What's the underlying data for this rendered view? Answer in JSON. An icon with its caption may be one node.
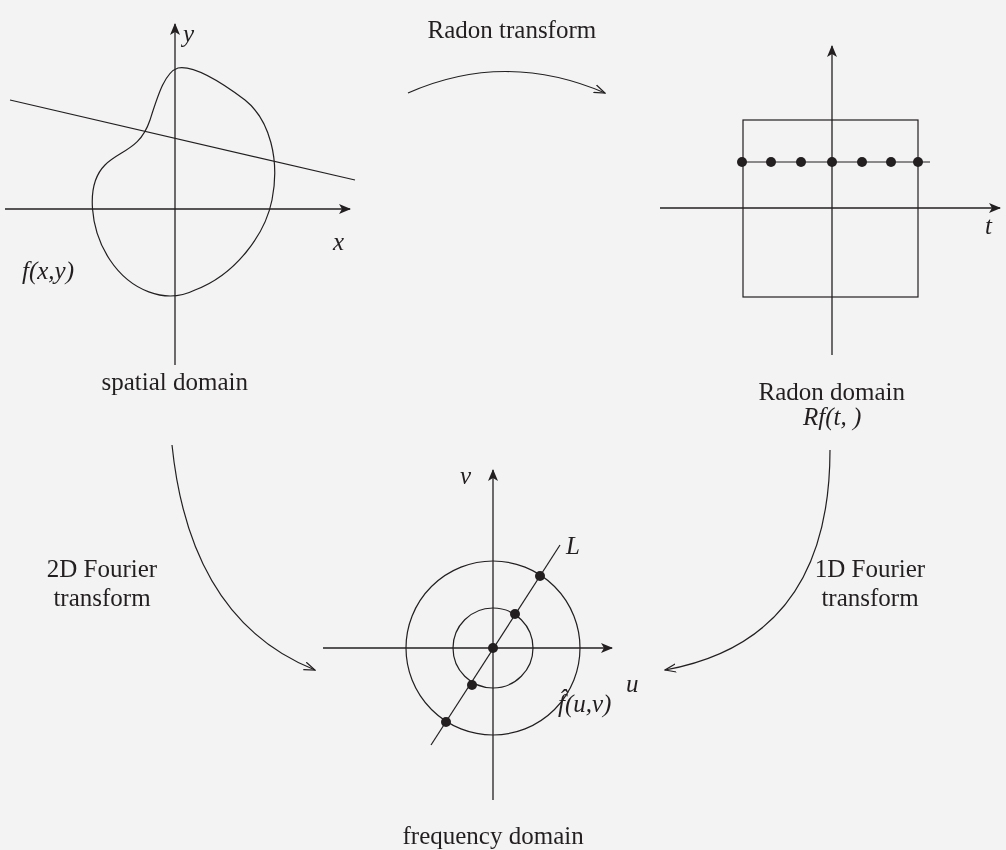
{
  "diagram": {
    "nodes": [
      {
        "text": [
          "spatial domain"
        ]
      },
      {
        "text": [
          "Radon domain",
          "Rf(t, )"
        ]
      },
      {
        "text": [
          "frequency domain"
        ]
      }
    ],
    "edges": [
      {
        "from": 0,
        "to": 1,
        "arrow": "to",
        "label": "Radon transform"
      },
      {
        "from": 0,
        "to": 2,
        "arrow": "to",
        "label": "2D Fourier transform"
      },
      {
        "from": 1,
        "to": 2,
        "arrow": "to",
        "label": "1D Fourier transform"
      }
    ],
    "labels": [
      "y",
      "x",
      "f(x,y)",
      "t",
      "v",
      "L",
      "u",
      "f̂(u,v)"
    ]
  }
}
